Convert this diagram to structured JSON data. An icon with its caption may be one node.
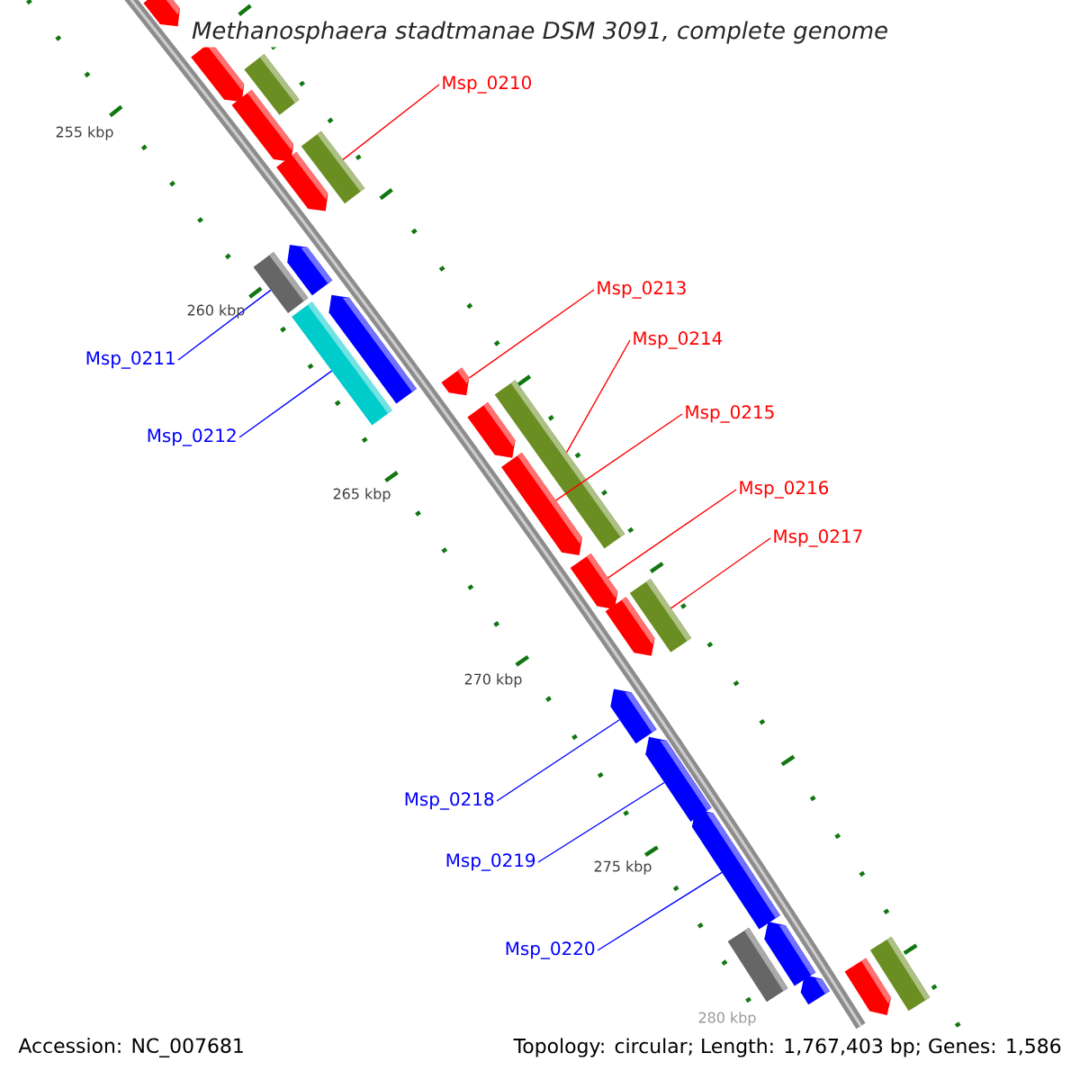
{
  "diagram": {
    "title": "Methanosphaera stadtmanae DSM 3091, complete genome",
    "nodes": [
      {
        "text": [
          "Msp_0210"
        ]
      },
      {
        "text": [
          "Msp_0211"
        ]
      },
      {
        "text": [
          "Msp_0212"
        ]
      },
      {
        "text": [
          "Msp_0213"
        ]
      },
      {
        "text": [
          "Msp_0214"
        ]
      },
      {
        "text": [
          "Msp_0215"
        ]
      },
      {
        "text": [
          "Msp_0216"
        ]
      },
      {
        "text": [
          "Msp_0217"
        ]
      },
      {
        "text": [
          "Msp_0218"
        ]
      },
      {
        "text": [
          "Msp_0219"
        ]
      },
      {
        "text": [
          "Msp_0220"
        ]
      },
      {
        "text": [],
        "shape": "arrow"
      },
      {
        "text": [],
        "shape": "box"
      },
      {
        "text": [],
        "shape": "arrow"
      },
      {
        "text": [],
        "shape": "arrow"
      },
      {
        "text": [],
        "shape": "box"
      },
      {
        "text": [],
        "shape": "arrow"
      },
      {
        "text": [],
        "shape": "arrow"
      },
      {
        "text": [],
        "shape": "box"
      },
      {
        "text": [],
        "shape": "arrow"
      },
      {
        "text": [],
        "shape": "box"
      },
      {
        "text": [],
        "shape": "arrow"
      },
      {
        "text": [],
        "shape": "arrow"
      },
      {
        "text": [],
        "shape": "box"
      },
      {
        "text": [],
        "shape": "arrow"
      },
      {
        "text": [],
        "shape": "arrow"
      },
      {
        "text": [],
        "shape": "box"
      },
      {
        "text": [],
        "shape": "arrow"
      },
      {
        "text": [],
        "shape": "arrow"
      },
      {
        "text": [],
        "shape": "arrow"
      },
      {
        "text": [],
        "shape": "arrow"
      },
      {
        "text": [],
        "shape": "arrow"
      },
      {
        "text": [],
        "shape": "box"
      },
      {
        "text": [],
        "shape": "box"
      },
      {
        "text": [],
        "shape": "arrow"
      },
      {
        "text": [],
        "shape": "arrow"
      }
    ],
    "edges": [
      {
        "from": 0,
        "to": 15,
        "arrow": "none"
      },
      {
        "from": 1,
        "to": 18,
        "arrow": "none",
        "color": "#0000ff"
      },
      {
        "from": 2,
        "to": 20,
        "arrow": "none",
        "color": "#0000ff"
      },
      {
        "from": 3,
        "to": 21,
        "arrow": "none"
      },
      {
        "from": 4,
        "to": 23,
        "arrow": "none"
      },
      {
        "from": 5,
        "to": 24,
        "arrow": "none"
      },
      {
        "from": 6,
        "to": 25,
        "arrow": "none"
      },
      {
        "from": 7,
        "to": 26,
        "arrow": "none"
      },
      {
        "from": 8,
        "to": 28,
        "arrow": "none",
        "color": "#0000ff"
      },
      {
        "from": 9,
        "to": 29,
        "arrow": "none",
        "color": "#0000ff"
      },
      {
        "from": 10,
        "to": 30,
        "arrow": "none",
        "color": "#0000ff"
      }
    ],
    "labels": [
      "255 kbp",
      "260 kbp",
      "265 kbp",
      "270 kbp",
      "275 kbp",
      "280 kbp",
      "Accession: NC_007681",
      "Topology: circular; Length: 1,767,403 bp; Genes: 1,586"
    ]
  }
}
